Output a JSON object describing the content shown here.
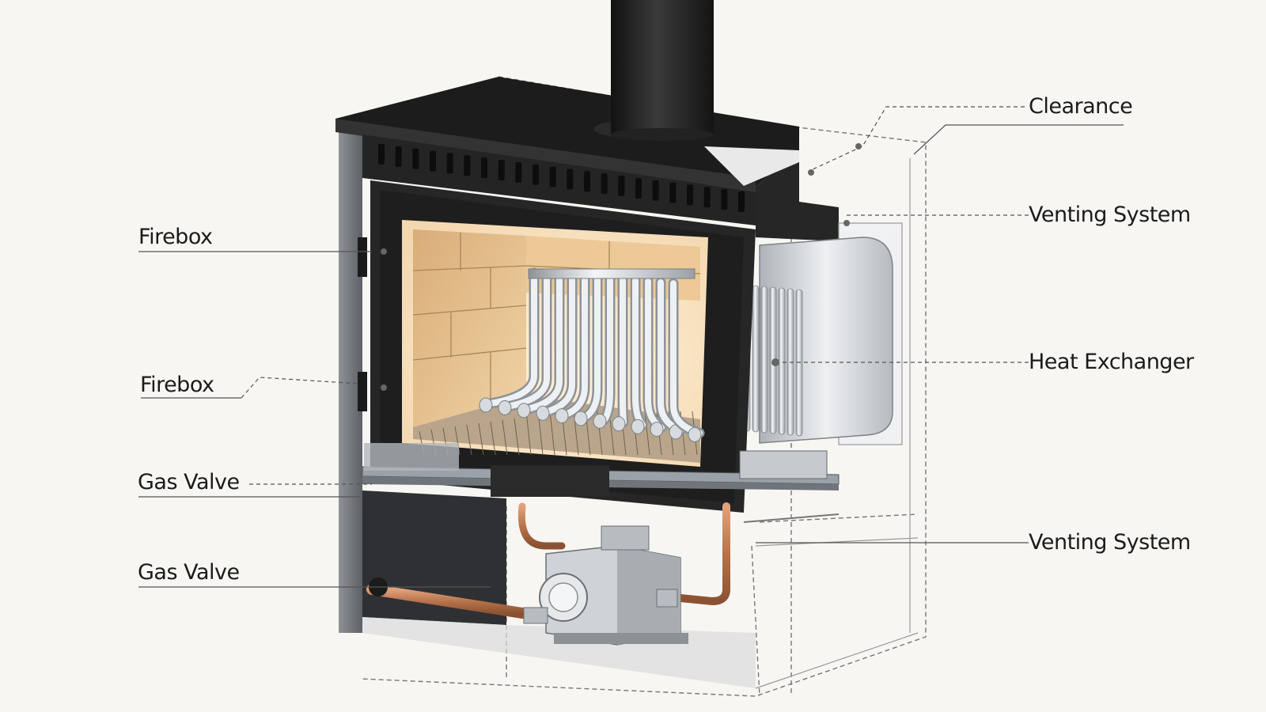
{
  "labels": {
    "clearance": "Clearance",
    "venting_system_top": "Venting System",
    "heat_exchanger": "Heat Exchanger",
    "venting_system_bottom": "Venting System",
    "firebox_top": "Firebox",
    "firebox_middle": "Firebox",
    "gas_valve_top": "Gas Valve",
    "gas_valve_bottom": "Gas Valve"
  },
  "colors": {
    "background": "#f7f6f3",
    "stove_body": "#2b2b2b",
    "stove_top": "#1f1f1f",
    "refractory_brick": "#e2bf8f",
    "copper_pipe": "#b8734a",
    "steel": "#c9cdd2",
    "leader_line": "#555555"
  }
}
